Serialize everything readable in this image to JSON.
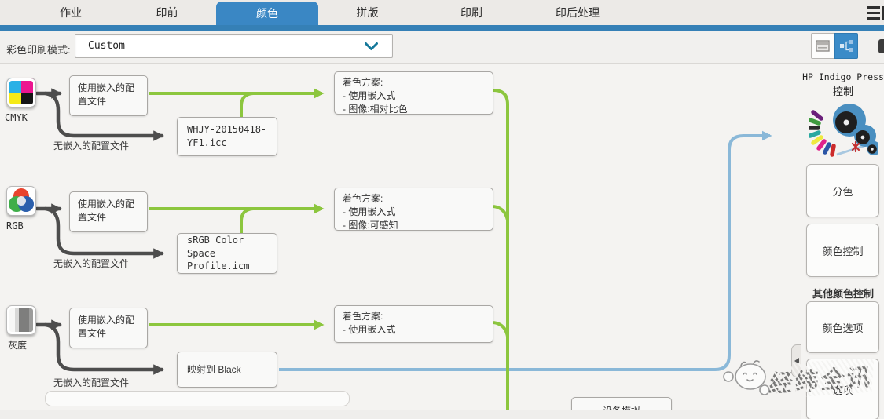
{
  "tab_bar": {
    "tabs": [
      {
        "label": "作业"
      },
      {
        "label": "印前"
      },
      {
        "label": "颜色"
      },
      {
        "label": "拼版"
      },
      {
        "label": "印刷"
      },
      {
        "label": "印后处理"
      }
    ],
    "active_tab": "颜色"
  },
  "toolbar": {
    "mode_label": "彩色印刷模式:",
    "mode_value": "Custom"
  },
  "view_toggle": {
    "options": [
      "form-view",
      "flowchart-view"
    ],
    "active": "flowchart-view"
  },
  "diagram": {
    "rows": [
      {
        "source_label": "CMYK",
        "source_icon": "cmyk-swatch-icon",
        "embedded_box": "使用嵌入的配置文件",
        "no_embedded_label": "无嵌入的配置文件",
        "fallback_box": "WHJY-20150418-YF1.icc",
        "scheme_title": "着色方案:",
        "scheme_lines": [
          "- 使用嵌入式",
          "- 图像:相对比色"
        ]
      },
      {
        "source_label": "RGB",
        "source_icon": "rgb-wheel-icon",
        "embedded_box": "使用嵌入的配置文件",
        "no_embedded_label": "无嵌入的配置文件",
        "fallback_box": "sRGB Color Space Profile.icm",
        "scheme_title": "着色方案:",
        "scheme_lines": [
          "- 使用嵌入式",
          "- 图像:可感知"
        ]
      },
      {
        "source_label": "灰度",
        "source_icon": "grayscale-icon",
        "embedded_box": "使用嵌入的配置文件",
        "no_embedded_label": "无嵌入的配置文件",
        "fallback_box": "映射到 Black",
        "scheme_title": "着色方案:",
        "scheme_lines": [
          "- 使用嵌入式"
        ]
      }
    ],
    "device_simulation_box": "设备模拟"
  },
  "right_panel": {
    "title_line1": "HP Indigo Press",
    "title_line2": "控制",
    "press_illustration": "indigo-press-rollers",
    "buttons": [
      {
        "label": "分色"
      },
      {
        "label": "颜色控制"
      }
    ],
    "section_label": "其他颜色控制",
    "section_buttons": [
      {
        "label": "颜色选项"
      },
      {
        "label": "选项"
      }
    ]
  },
  "watermark": {
    "text": "经纬全讯",
    "icon": "chick-doodle"
  },
  "colors": {
    "accent_blue": "#3a87c4",
    "wire_green": "#8cc63e",
    "wire_blue": "#8ab8d8",
    "wire_dark": "#4d4d4d"
  }
}
